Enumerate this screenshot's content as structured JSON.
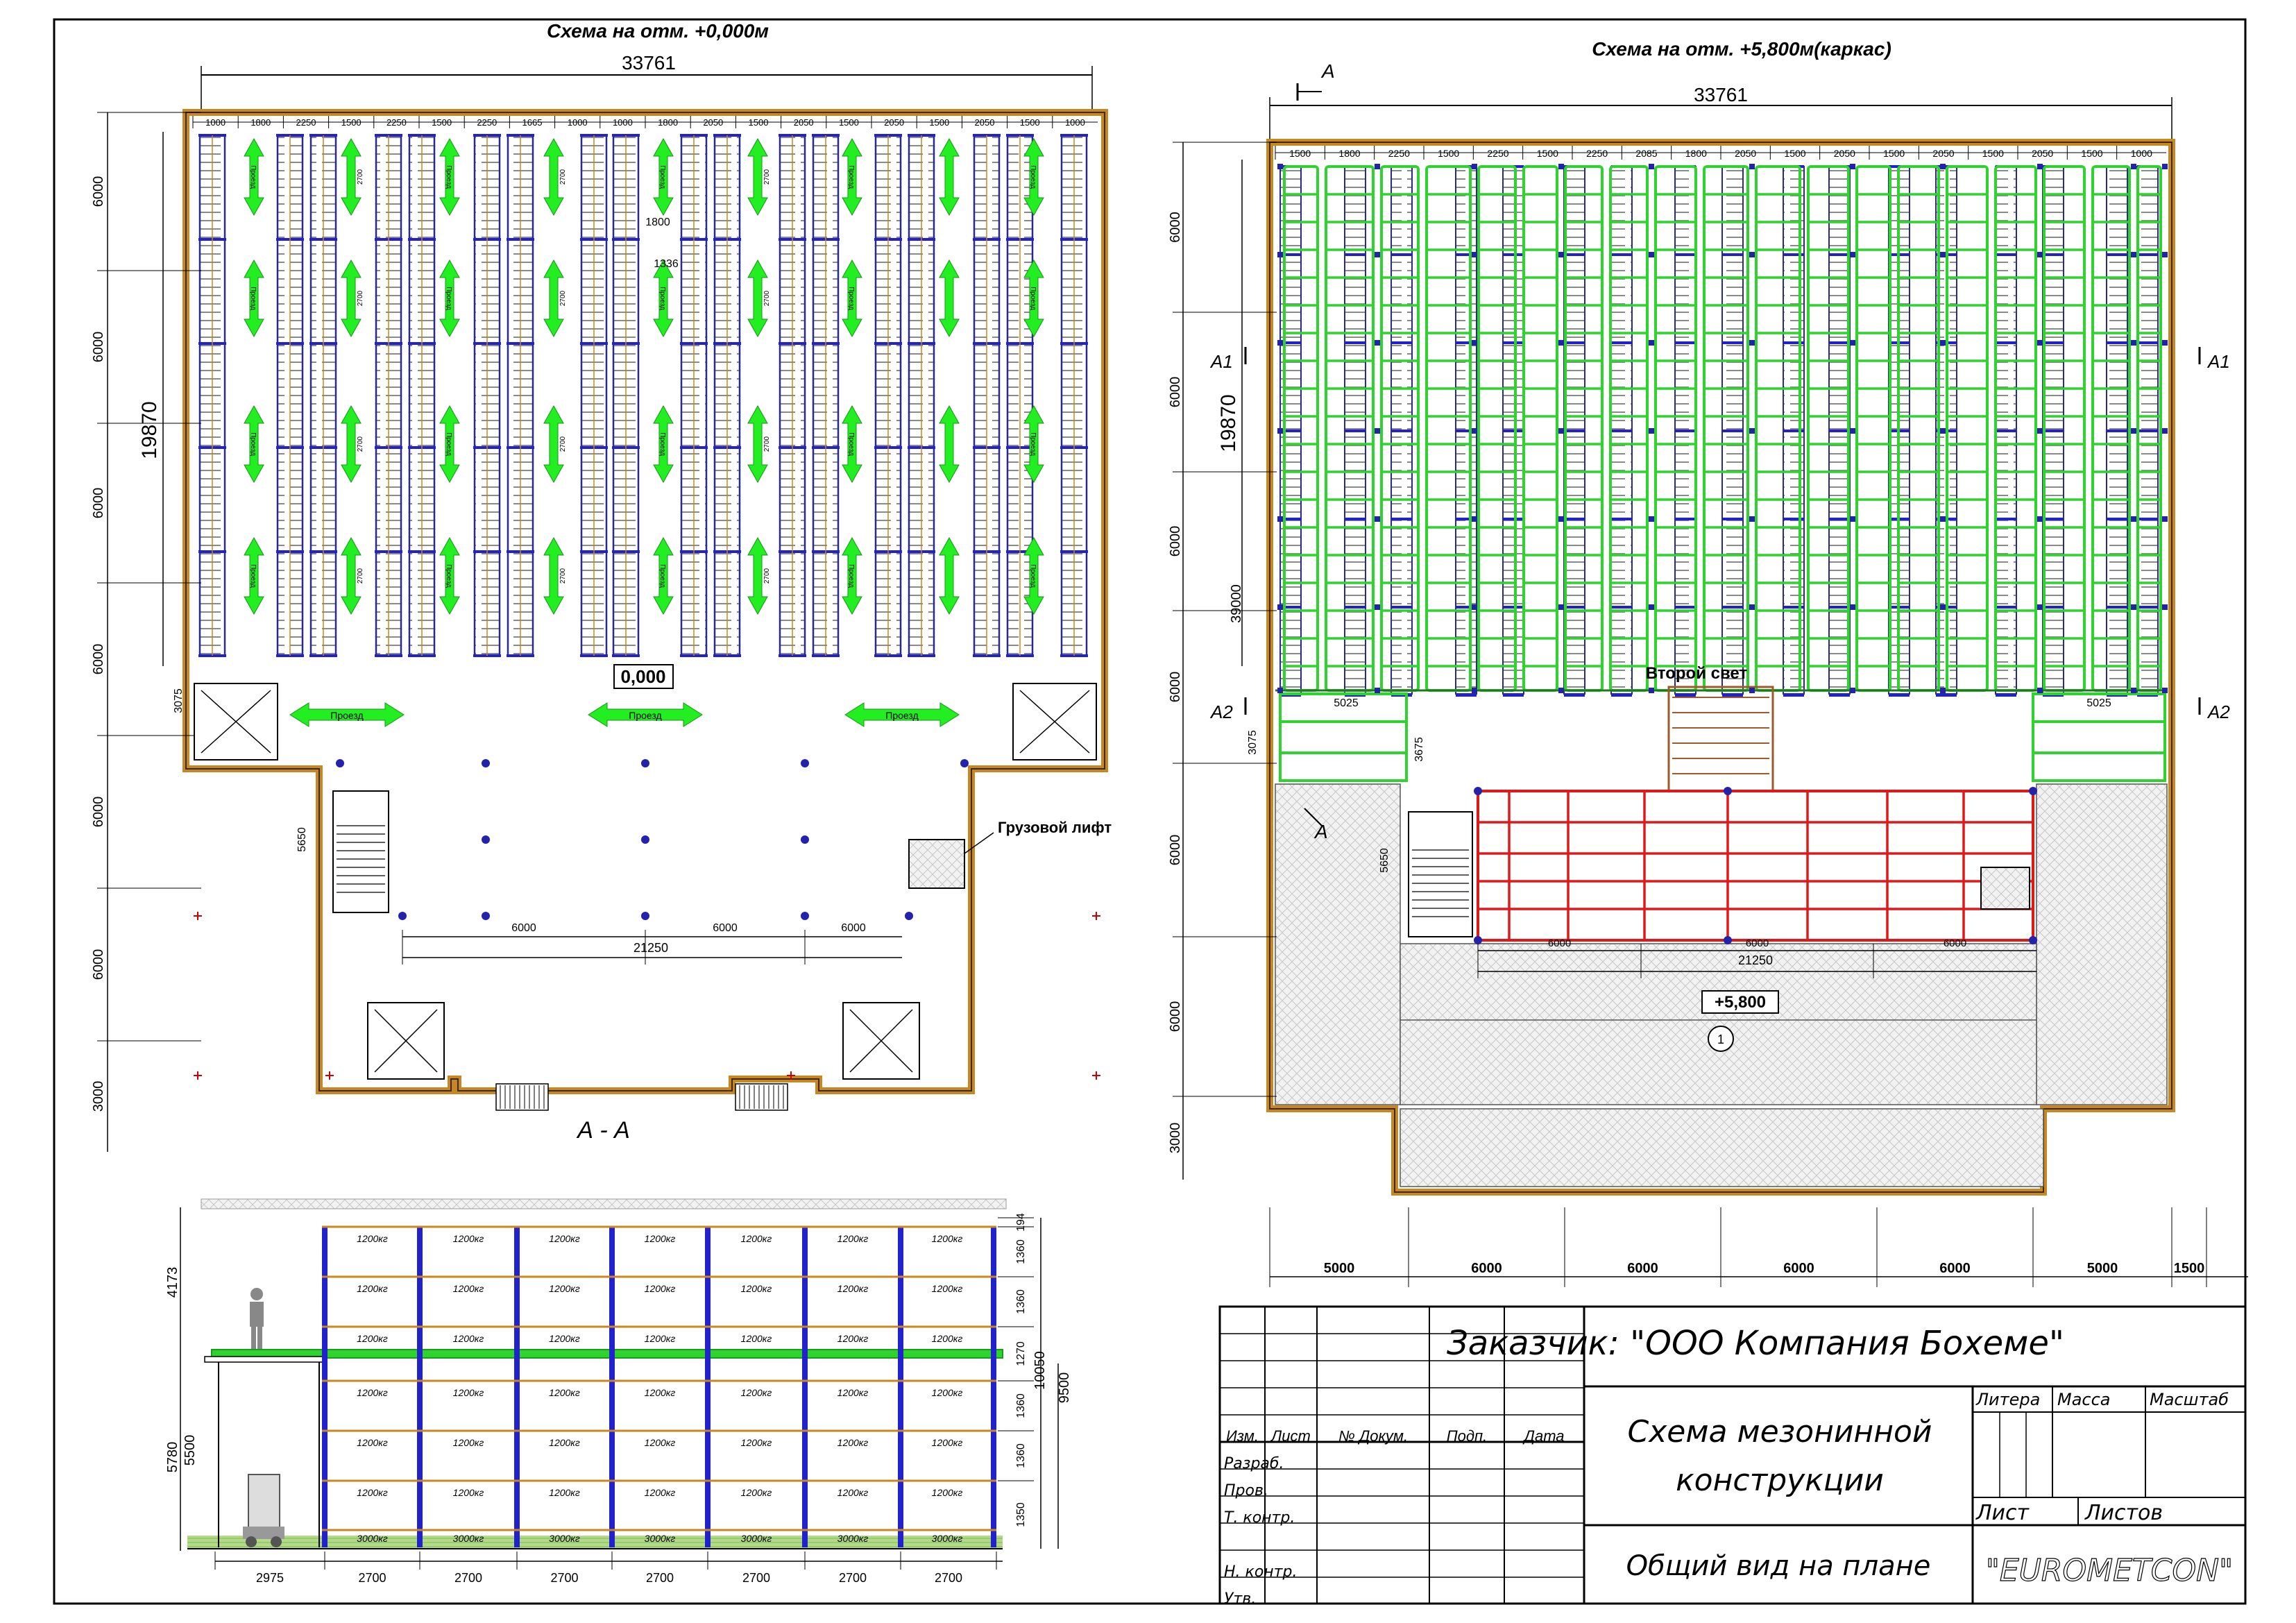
{
  "plan_left": {
    "title": "Схема на отм. +0,000м",
    "overall_width": "33761",
    "overall_height": "19870",
    "top_bays": [
      "1000",
      "1800",
      "2250",
      "1500",
      "2250",
      "1500",
      "2250",
      "1665",
      "1000",
      "1000",
      "1800",
      "2050",
      "1500",
      "2050",
      "1500",
      "2050",
      "1500",
      "2050",
      "1500",
      "1000"
    ],
    "left_dims": [
      "6000",
      "6000",
      "6000",
      "6000",
      "6000",
      "6000",
      "3000"
    ],
    "pass_label": "Проезд",
    "aisle_dims": [
      "2700",
      "2700",
      "2700",
      "2700",
      "2700"
    ],
    "note_1800": "1800",
    "note_1336": "1336",
    "level_mark": "0,000",
    "dim_3075": "3075",
    "dim_5650": "5650",
    "lift_label": "Грузовой лифт",
    "bottom_bays": [
      "6000",
      "6000",
      "6000"
    ],
    "bottom_total": "21250",
    "section_mark": "А - А"
  },
  "plan_right": {
    "title": "Схема на отм. +5,800м(каркас)",
    "section_marker": "А",
    "overall_width": "33761",
    "overall_height": "19870",
    "total_height": "39000",
    "left_dims": [
      "6000",
      "6000",
      "6000",
      "6000",
      "6000",
      "6000",
      "3000"
    ],
    "top_bays": [
      "1500",
      "1800",
      "2250",
      "1500",
      "2250",
      "1500",
      "2250",
      "2085",
      "1800",
      "2050",
      "1500",
      "2050",
      "1500",
      "2050",
      "1500",
      "2050",
      "1500",
      "1000"
    ],
    "marker_a1": "А1",
    "marker_a2": "А2",
    "second_light": "Второй свет",
    "dim_5025": "5025",
    "dim_3675": "3675",
    "dim_3075": "3075",
    "dim_5650": "5650",
    "bottom_bays": [
      "6000",
      "6000",
      "6000"
    ],
    "bottom_total": "21250",
    "level_mark": "+5,800",
    "grid_marker": "1",
    "axis_dims": [
      "5000",
      "6000",
      "6000",
      "6000",
      "6000",
      "5000",
      "1500"
    ]
  },
  "section": {
    "load_upper": "1200кг",
    "load_lower": "3000кг",
    "right_levels": [
      "194",
      "1360",
      "1360",
      "1270",
      "1360",
      "1360",
      "1350"
    ],
    "right_total_a": "9500",
    "right_total_b": "10050",
    "left_dims": [
      "4173",
      "5780",
      "5500"
    ],
    "bottom_dims": [
      "2975",
      "2700",
      "2700",
      "2700",
      "2700",
      "2700",
      "2700",
      "2700"
    ]
  },
  "title_block": {
    "customer": "Заказчик: \"ООО Компания Бохеме\"",
    "title_line1": "Схема мезонинной",
    "title_line2": "конструкции",
    "subtitle": "Общий вид на плане",
    "company": "\"EUROMETCON\"",
    "headers": [
      "Изм.",
      "Лист",
      "№ Докум.",
      "Подп.",
      "Дата"
    ],
    "rows": [
      "Разраб.",
      "Пров.",
      "Т. контр.",
      "",
      "Н. контр.",
      "Утв."
    ],
    "litera": "Литера",
    "massa": "Масса",
    "masshtab": "Масштаб",
    "list": "Лист",
    "listov": "Листов"
  }
}
